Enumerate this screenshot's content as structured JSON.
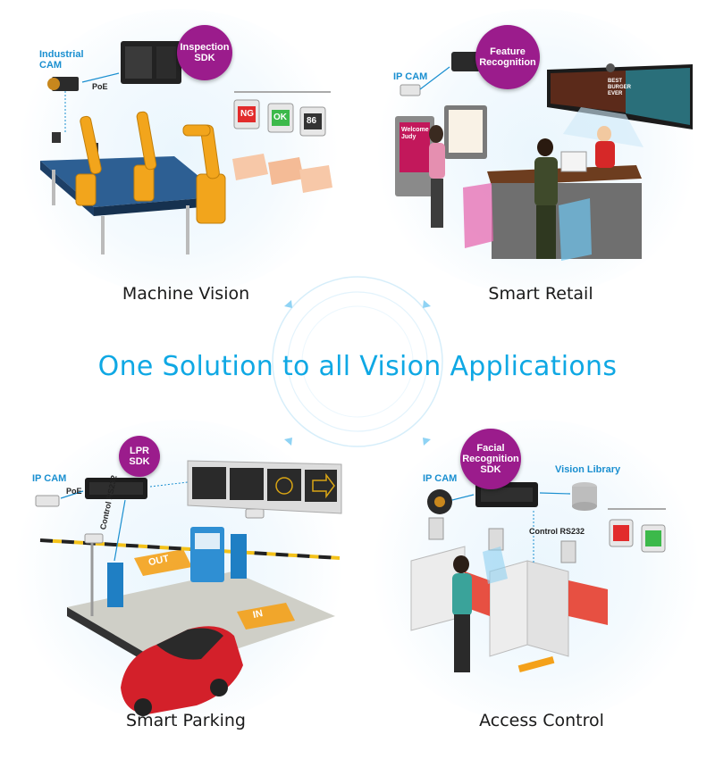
{
  "headline": "One Solution to all Vision Applications",
  "quadrants": {
    "machine_vision": {
      "label": "Machine Vision",
      "badge": "Inspection SDK",
      "camera_label": "Industrial CAM",
      "link_label": "PoE",
      "indicators": [
        "NG",
        "OK",
        "86"
      ]
    },
    "smart_retail": {
      "label": "Smart Retail",
      "badge": "Feature Recognition",
      "camera_label": "IP CAM",
      "kiosk_text": "Welcome Judy",
      "sign_text": "BEST BURGER EVER"
    },
    "smart_parking": {
      "label": "Smart Parking",
      "badge": "LPR SDK",
      "camera_label": "IP CAM",
      "link_label": "PoE",
      "control_label": "Control RS232",
      "ground_out": "OUT",
      "ground_in": "IN"
    },
    "access_control": {
      "label": "Access Control",
      "badge": "Facial Recognition SDK",
      "camera_label": "IP CAM",
      "library_label": "Vision Library",
      "control_label": "Control RS232"
    }
  },
  "colors": {
    "accent_blue": "#0fa8e4",
    "badge_purple": "#9b1c8c",
    "robot_orange": "#f2a51c",
    "car_red": "#d3202a"
  }
}
